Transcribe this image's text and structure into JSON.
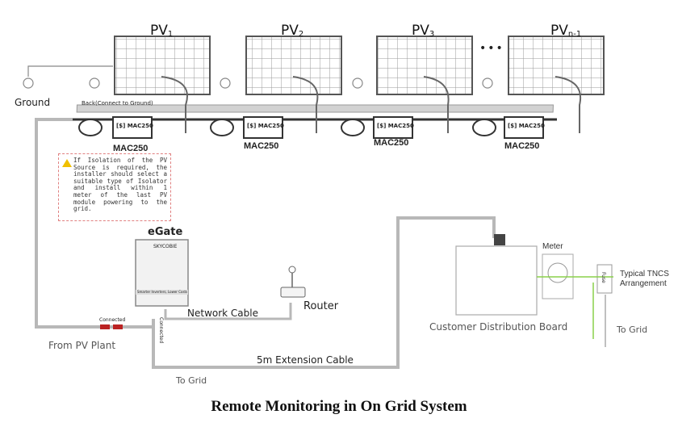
{
  "panels": [
    {
      "name": "PV",
      "sub": "1"
    },
    {
      "name": "PV",
      "sub": "2"
    },
    {
      "name": "PV",
      "sub": "3"
    },
    {
      "name": "PV",
      "sub": "n-1"
    }
  ],
  "ellipsis": "•••",
  "inverters": [
    "MAC250",
    "MAC250",
    "MAC250",
    "MAC250"
  ],
  "inverter_face": "[$] MAC250",
  "labels": {
    "ground": "Ground",
    "back_connect": "Back(Connect to Ground)",
    "egate": "eGate",
    "egate_logo": "SKYCOBIE",
    "egate_sub": "Smarter Inverters, Lower Costs",
    "network_cable": "Network Cable",
    "router": "Router",
    "meter": "Meter",
    "tncs": "Typical TNCS",
    "tncs2": "Arrangement",
    "fuse": "Fuse",
    "distribution_board": "Customer Distribution Board",
    "to_grid_right": "To Grid",
    "from_pv_plant": "From PV Plant",
    "connected_h": "Connected",
    "connected_v": "Connected",
    "extension_cable": "5m Extension Cable",
    "to_grid_bottom": "To Grid"
  },
  "warning": "If Isolation of the PV Source is required, the installer should select a suitable type of Isolator and install within 1 meter of the last PV module powering to the grid.",
  "caption": "Remote Monitoring in On Grid System",
  "colors": {
    "cable": "#b0b0b0",
    "rail": "#c8c8c8",
    "warning_border": "#e08080",
    "warn_fill": "#f0c000",
    "green_wire": "#8ad04a"
  }
}
